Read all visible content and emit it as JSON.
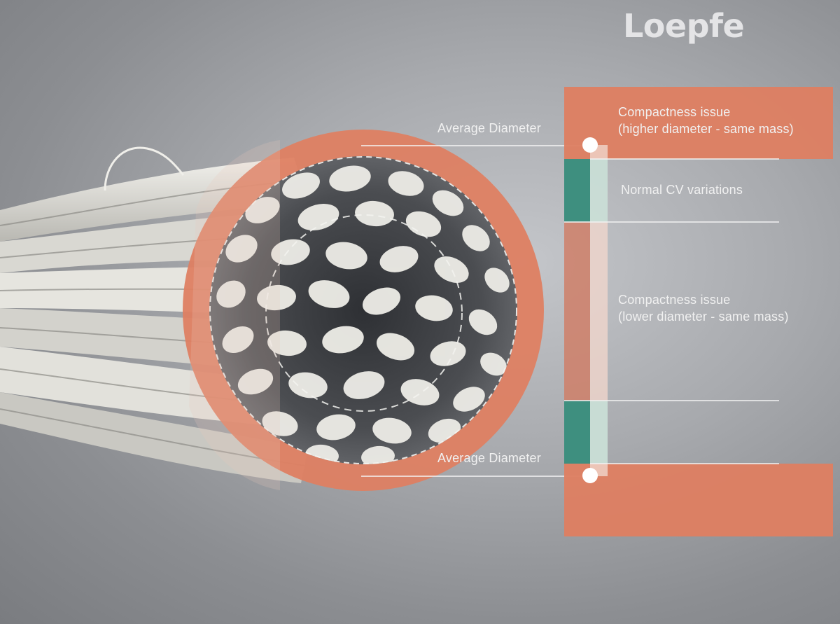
{
  "brand": {
    "logo_text": "Loepfe"
  },
  "labels": {
    "avg_diameter_top": "Average Diameter",
    "avg_diameter_bottom": "Average Diameter",
    "compactness_high_line1": "Compactness issue",
    "compactness_high_line2": "(higher diameter - same mass)",
    "normal_cv": "Normal CV variations",
    "compactness_low_line1": "Compactness issue",
    "compactness_low_line2": "(lower diameter - same mass)"
  },
  "colors": {
    "salmon": "#de7f62",
    "teal": "#3e8f7f",
    "fiber": "#ecebe5",
    "core": "#4a4c50",
    "background": "#a8aaae"
  }
}
